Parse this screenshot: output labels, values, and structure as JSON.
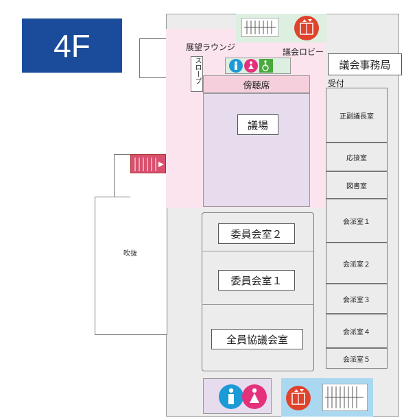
{
  "floor": {
    "label": "4F"
  },
  "areas": {
    "lounge": "展望ラウンジ",
    "slope": "スロープ",
    "lobby": "議会ロビー",
    "secretariat": "議会事務局",
    "reception": "受付",
    "gallery": "傍聴席",
    "chamber": "議場",
    "atrium": "吹抜"
  },
  "right_rooms": [
    "正副議長室",
    "応接室",
    "図書室",
    "会派室１",
    "会派室２",
    "会派室３",
    "会派室４",
    "会派室５"
  ],
  "center_rooms": {
    "committee2": "委員会室２",
    "committee1": "委員会室１",
    "plenary_committee": "全員協議会室"
  },
  "icons": {
    "elevator": "elevator-icon",
    "stairs": "stairs-icon",
    "restroom_male": "male-restroom-icon",
    "restroom_female": "female-restroom-icon",
    "accessible": "wheelchair-icon"
  },
  "colors": {
    "badge": "#1a4c9b",
    "lounge": "#fbe4ee",
    "chamber": "#e6dcee",
    "gallery": "#f5cfdc",
    "core_green": "#dcefe0",
    "core_blue": "#a9d8f0",
    "elevator_red": "#e0432b",
    "male_blue": "#1b9ad6",
    "female_pink": "#e5307c",
    "accessible_green": "#4aa93c"
  }
}
